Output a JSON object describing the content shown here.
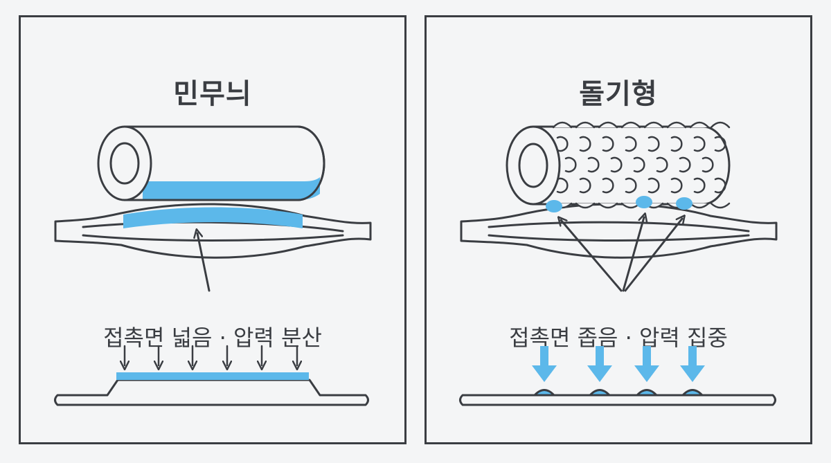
{
  "panels": [
    {
      "title": "민무늬",
      "caption": "접촉면 넓음 · 압력 분산"
    },
    {
      "title": "돌기형",
      "caption": "접촉면 좁음 · 압력 집중"
    }
  ],
  "colors": {
    "outline": "#3a3d42",
    "accent": "#5cb8ea",
    "background": "#f4f5f6"
  }
}
